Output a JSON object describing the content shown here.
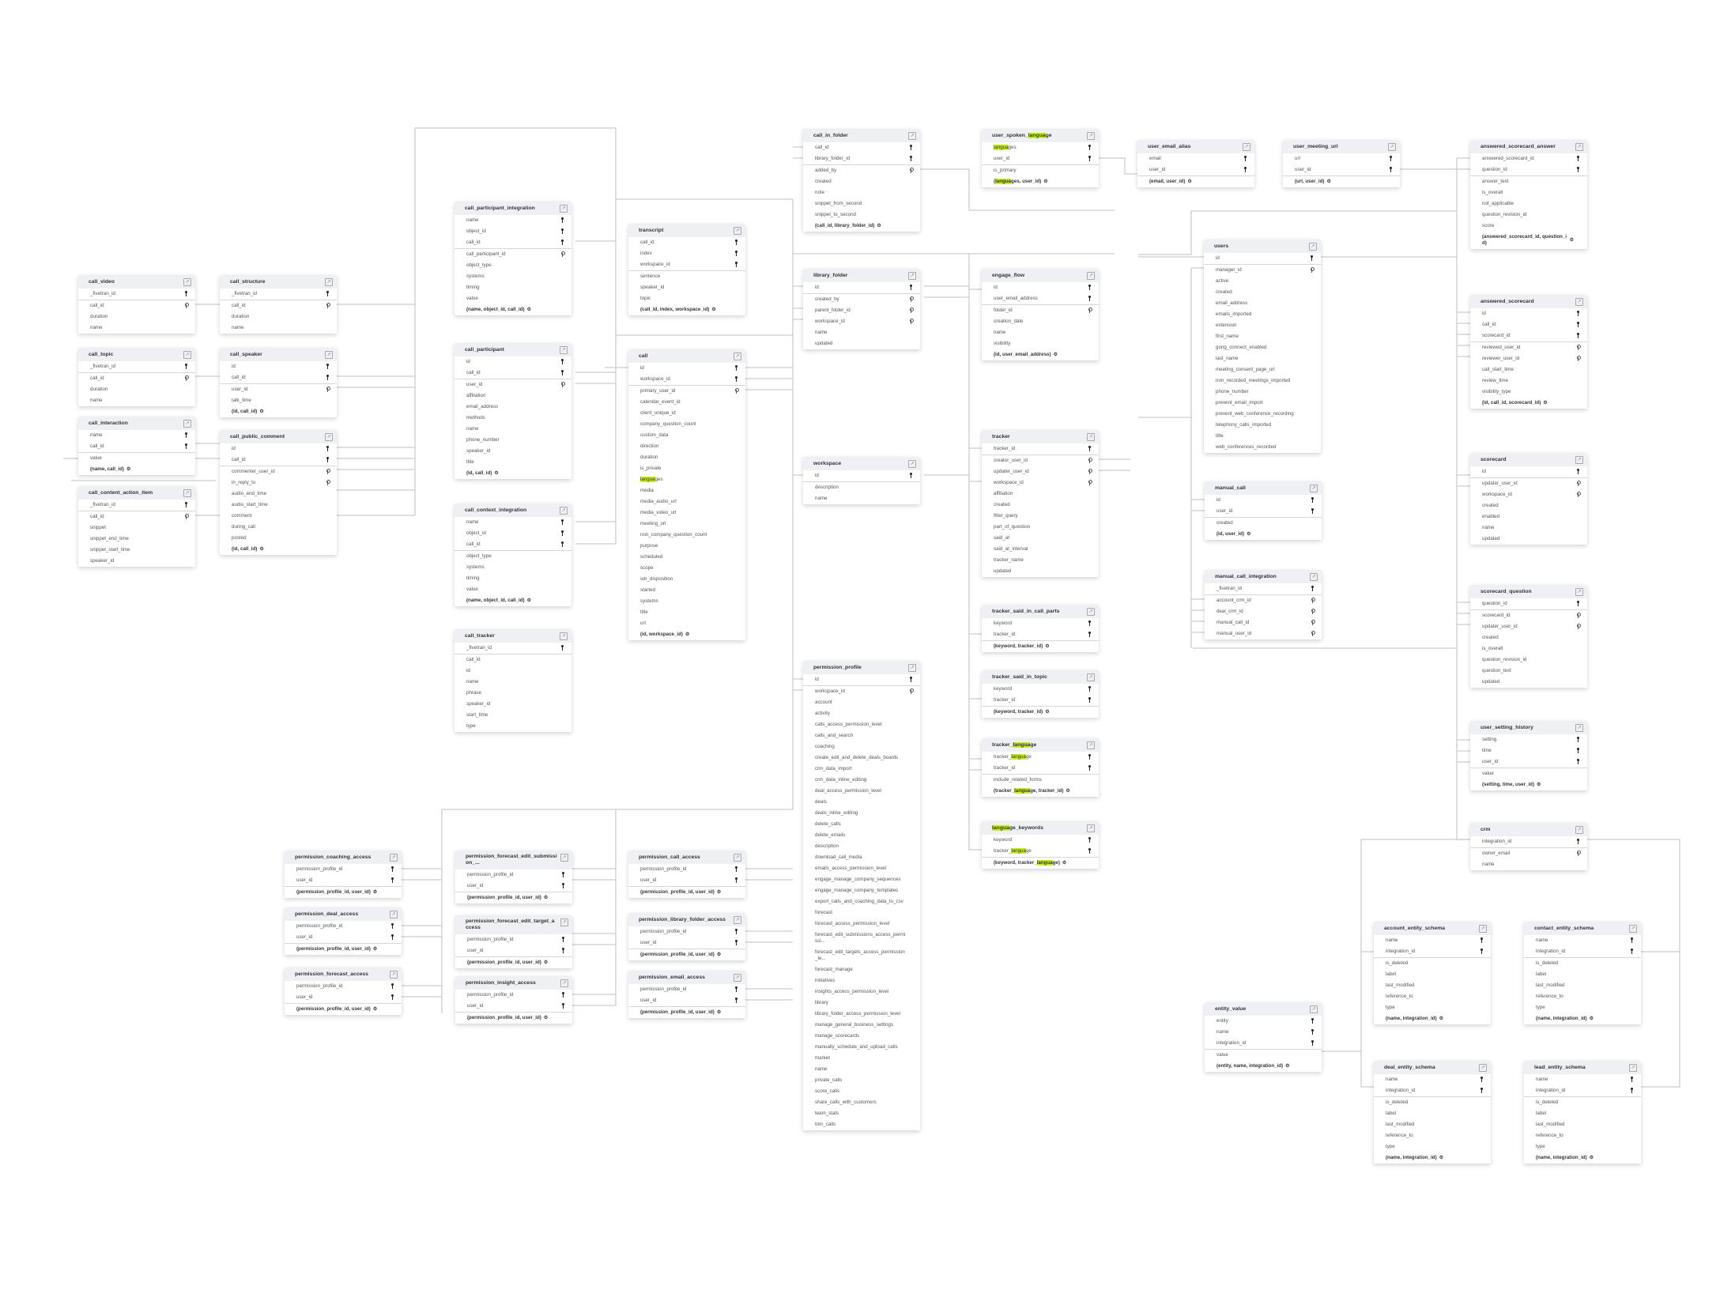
{
  "search_highlight": "langua",
  "icons": {
    "primary_key": "key-icon",
    "foreign_key": "foreign-key-icon",
    "composite_key": "composite-key-icon",
    "open_table": "external-link-icon"
  },
  "colors": {
    "highlight": "#c6f117",
    "header_bg": "#eef0f3",
    "connector": "#c9cdd2"
  },
  "tables": {
    "call_video": {
      "title": "call_video",
      "pk": [
        "_fivetran_id"
      ],
      "fk": [
        "call_id"
      ],
      "cols": [
        "duration",
        "name"
      ]
    },
    "call_structure": {
      "title": "call_structure",
      "pk": [
        "_fivetran_id"
      ],
      "fk": [
        "call_id"
      ],
      "cols": [
        "duration",
        "name"
      ]
    },
    "call_topic": {
      "title": "call_topic",
      "pk": [
        "_fivetran_id"
      ],
      "fk": [
        "call_id"
      ],
      "cols": [
        "duration",
        "name"
      ]
    },
    "call_speaker": {
      "title": "call_speaker",
      "pk": [
        "id",
        "call_id"
      ],
      "fk": [
        "user_id"
      ],
      "cols": [
        "talk_time"
      ],
      "ck": "(id, call_id)"
    },
    "call_interaction": {
      "title": "call_interaction",
      "pk": [
        "name",
        "call_id"
      ],
      "fk": [],
      "cols": [
        "value"
      ],
      "ck": "(name, call_id)"
    },
    "call_public_comment": {
      "title": "call_public_comment",
      "pk": [
        "id",
        "call_id"
      ],
      "fk": [
        "commenter_user_id",
        "in_reply_to"
      ],
      "cols": [
        "audio_end_time",
        "audio_start_time",
        "comment",
        "during_call",
        "posted"
      ],
      "ck": "(id, call_id)"
    },
    "call_content_action_item": {
      "title": "call_content_action_item",
      "pk": [
        "_fivetran_id"
      ],
      "fk": [
        "call_id"
      ],
      "cols": [
        "snippet",
        "snippet_end_time",
        "snippet_start_time",
        "speaker_id"
      ]
    },
    "call_participant_integration": {
      "title": "call_participant_integration",
      "pk": [
        "name",
        "object_id",
        "call_id"
      ],
      "fk": [
        "call_participant_id"
      ],
      "cols": [
        "object_type",
        "systems",
        "timing",
        "value"
      ],
      "ck": "(name, object_id, call_id)"
    },
    "call_participant": {
      "title": "call_participant",
      "pk": [
        "id",
        "call_id"
      ],
      "fk": [
        "user_id"
      ],
      "cols": [
        "affiliation",
        "email_address",
        "methods",
        "name",
        "phone_number",
        "speaker_id",
        "title"
      ],
      "ck": "(id, call_id)"
    },
    "call_context_integration": {
      "title": "call_context_integration",
      "pk": [
        "name",
        "object_id",
        "call_id"
      ],
      "fk": [],
      "cols": [
        "object_type",
        "systems",
        "timing",
        "value"
      ],
      "ck": "(name, object_id, call_id)"
    },
    "call_tracker": {
      "title": "call_tracker",
      "pk": [
        "_fivetran_id"
      ],
      "fk": [],
      "cols": [
        "call_id",
        "id",
        "name",
        "phrase",
        "speaker_id",
        "start_time",
        "type"
      ]
    },
    "transcript": {
      "title": "transcript",
      "pk": [
        "call_id",
        "index",
        "workspace_id"
      ],
      "fk": [],
      "cols": [
        "sentence",
        "speaker_id",
        "topic"
      ],
      "ck": "(call_id, index, workspace_id)"
    },
    "call": {
      "title": "call",
      "pk": [
        "id",
        "workspace_id"
      ],
      "fk": [
        "primary_user_id"
      ],
      "cols": [
        "calendar_event_id",
        "client_unique_id",
        "company_question_count",
        "custom_data",
        "direction",
        "duration",
        "is_private",
        "languages",
        "media",
        "media_audio_url",
        "media_video_url",
        "meeting_url",
        "non_company_question_count",
        "purpose",
        "scheduled",
        "scope",
        "sdr_disposition",
        "started",
        "systems",
        "title",
        "url"
      ],
      "ck": "(id, workspace_id)"
    },
    "call_in_folder": {
      "title": "call_in_folder",
      "pk": [
        "call_id",
        "library_folder_id"
      ],
      "fk": [
        "added_by"
      ],
      "cols": [
        "created",
        "note",
        "snippet_from_second",
        "snippet_to_second"
      ],
      "ck": "(call_id, library_folder_id)"
    },
    "library_folder": {
      "title": "library_folder",
      "pk": [
        "id"
      ],
      "fk": [
        "created_by",
        "parent_folder_id",
        "workspace_id"
      ],
      "cols": [
        "name",
        "updated"
      ]
    },
    "workspace": {
      "title": "workspace",
      "pk": [
        "id"
      ],
      "fk": [],
      "cols": [
        "description",
        "name"
      ]
    },
    "permission_profile": {
      "title": "permission_profile",
      "pk": [
        "id"
      ],
      "fk": [
        "workspace_id"
      ],
      "cols": [
        "account",
        "activity",
        "calls_access_permission_level",
        "calls_and_search",
        "coaching",
        "create_edit_and_delete_deals_boards",
        "crm_data_import",
        "crm_data_inline_editing",
        "deal_access_permission_level",
        "deals",
        "deals_inline_editing",
        "delete_calls",
        "delete_emails",
        "description",
        "download_call_media",
        "emails_access_permission_level",
        "engage_manage_company_sequences",
        "engage_manage_company_templates",
        "export_calls_and_coaching_data_to_csv",
        "forecast",
        "forecast_access_permission_level",
        "forecast_edit_submissions_access_permissi...",
        "forecast_edit_targets_access_permission_le...",
        "forecast_manage",
        "initiatives",
        "insights_access_permission_level",
        "library",
        "library_folder_access_permission_level",
        "manage_general_business_settings",
        "manage_scorecards",
        "manually_schedule_and_upload_calls",
        "market",
        "name",
        "private_calls",
        "score_calls",
        "share_calls_with_customers",
        "team_stats",
        "trim_calls"
      ]
    },
    "user_spoken_language": {
      "title": "user_spoken_language",
      "pk": [
        "languages",
        "user_id"
      ],
      "fk": [],
      "cols": [
        "is_primary"
      ],
      "ck": "(languages, user_id)"
    },
    "engage_flow": {
      "title": "engage_flow",
      "pk": [
        "id",
        "user_email_address"
      ],
      "fk": [
        "folder_id"
      ],
      "cols": [
        "creation_date",
        "name",
        "visibility"
      ],
      "ck": "(id, user_email_address)"
    },
    "tracker": {
      "title": "tracker",
      "pk": [
        "tracker_id"
      ],
      "fk": [
        "creator_user_id",
        "updater_user_id",
        "workspace_id"
      ],
      "cols": [
        "affiliation",
        "created",
        "filter_query",
        "part_of_question",
        "said_at",
        "said_at_interval",
        "tracker_name",
        "updated"
      ]
    },
    "tracker_said_in_call_parts": {
      "title": "tracker_said_in_call_parts",
      "pk": [
        "keyword",
        "tracker_id"
      ],
      "fk": [],
      "cols": [],
      "ck": "(keyword, tracker_id)"
    },
    "tracker_said_in_topic": {
      "title": "tracker_said_in_topic",
      "pk": [
        "keyword",
        "tracker_id"
      ],
      "fk": [],
      "cols": [],
      "ck": "(keyword, tracker_id)"
    },
    "tracker_language": {
      "title": "tracker_language",
      "pk": [
        "tracker_language",
        "tracker_id"
      ],
      "fk": [],
      "cols": [
        "include_related_forms"
      ],
      "ck": "(tracker_language, tracker_id)"
    },
    "language_keywords": {
      "title": "language_keywords",
      "pk": [
        "keyword",
        "tracker_language"
      ],
      "fk": [],
      "cols": [],
      "ck": "(keyword, tracker_language)"
    },
    "user_email_alias": {
      "title": "user_email_alias",
      "pk": [
        "email",
        "user_id"
      ],
      "fk": [],
      "cols": [],
      "ck": "(email, user_id)"
    },
    "user_meeting_url": {
      "title": "user_meeting_url",
      "pk": [
        "url",
        "user_id"
      ],
      "fk": [],
      "cols": [],
      "ck": "(url, user_id)"
    },
    "users": {
      "title": "users",
      "pk": [
        "id"
      ],
      "fk": [
        "manager_id"
      ],
      "cols": [
        "active",
        "created",
        "email_address",
        "emails_imported",
        "extension",
        "first_name",
        "gong_connect_enabled",
        "last_name",
        "meeting_consent_page_url",
        "non_recorded_meetings_imported",
        "phone_number",
        "prevent_email_import",
        "prevent_web_conference_recording",
        "telephony_calls_imported",
        "title",
        "web_conferences_recorded"
      ]
    },
    "manual_call": {
      "title": "manual_call",
      "pk": [
        "id",
        "user_id"
      ],
      "fk": [],
      "cols": [
        "created"
      ],
      "ck": "(id, user_id)"
    },
    "manual_call_integration": {
      "title": "manual_call_integration",
      "pk": [
        "_fivetran_id"
      ],
      "fk": [
        "account_crm_id",
        "deal_crm_id",
        "manual_call_id",
        "manual_user_id"
      ],
      "cols": []
    },
    "entity_value": {
      "title": "entity_value",
      "pk": [
        "entity",
        "name",
        "integration_id"
      ],
      "fk": [],
      "cols": [
        "value"
      ],
      "ck": "(entity, name, integration_id)"
    },
    "answered_scorecard_answer": {
      "title": "answered_scorecard_answer",
      "pk": [
        "answered_scorecard_id",
        "question_id"
      ],
      "fk": [],
      "cols": [
        "answer_text",
        "is_overall",
        "not_applicable",
        "question_revision_id",
        "score"
      ],
      "ck": "(answered_scorecard_id, question_id)"
    },
    "answered_scorecard": {
      "title": "answered_scorecard",
      "pk": [
        "id",
        "call_id",
        "scorecard_id"
      ],
      "fk": [
        "reviewed_user_id",
        "reviewer_user_id"
      ],
      "cols": [
        "call_start_time",
        "review_time",
        "visibility_type"
      ],
      "ck": "(id, call_id, scorecard_id)"
    },
    "scorecard": {
      "title": "scorecard",
      "pk": [
        "id"
      ],
      "fk": [
        "updater_user_id",
        "workspace_id"
      ],
      "cols": [
        "created",
        "enabled",
        "name",
        "updated"
      ]
    },
    "scorecard_question": {
      "title": "scorecard_question",
      "pk": [
        "question_id"
      ],
      "fk": [
        "scorecard_id",
        "updater_user_id"
      ],
      "cols": [
        "created",
        "is_overall",
        "question_revision_id",
        "question_text",
        "updated"
      ]
    },
    "user_setting_history": {
      "title": "user_setting_history",
      "pk": [
        "setting",
        "time",
        "user_id"
      ],
      "fk": [],
      "cols": [
        "value"
      ],
      "ck": "(setting, time, user_id)"
    },
    "crm": {
      "title": "crm",
      "pk": [
        "integration_id"
      ],
      "fk": [
        "owner_email"
      ],
      "cols": [
        "name"
      ]
    },
    "account_entity_schema": {
      "title": "account_entity_schema",
      "pk": [
        "name",
        "integration_id"
      ],
      "fk": [],
      "cols": [
        "is_deleted",
        "label",
        "last_modified",
        "reference_to",
        "type"
      ],
      "ck": "(name, integration_id)"
    },
    "contact_entity_schema": {
      "title": "contact_entity_schema",
      "pk": [
        "name",
        "integration_id"
      ],
      "fk": [],
      "cols": [
        "is_deleted",
        "label",
        "last_modified",
        "reference_to",
        "type"
      ],
      "ck": "(name, integration_id)"
    },
    "deal_entity_schema": {
      "title": "deal_entity_schema",
      "pk": [
        "name",
        "integration_id"
      ],
      "fk": [],
      "cols": [
        "is_deleted",
        "label",
        "last_modified",
        "reference_to",
        "type"
      ],
      "ck": "(name, integration_id)"
    },
    "lead_entity_schema": {
      "title": "lead_entity_schema",
      "pk": [
        "name",
        "integration_id"
      ],
      "fk": [],
      "cols": [
        "is_deleted",
        "label",
        "last_modified",
        "reference_to",
        "type"
      ],
      "ck": "(name, integration_id)"
    },
    "permission_coaching_access": {
      "title": "permission_coaching_access",
      "pk": [
        "permission_profile_id",
        "user_id"
      ],
      "fk": [],
      "cols": [],
      "ck": "(permission_profile_id, user_id)"
    },
    "permission_deal_access": {
      "title": "permission_deal_access",
      "pk": [
        "permission_profile_id",
        "user_id"
      ],
      "fk": [],
      "cols": [],
      "ck": "(permission_profile_id, user_id)"
    },
    "permission_forecast_access": {
      "title": "permission_forecast_access",
      "pk": [
        "permission_profile_id",
        "user_id"
      ],
      "fk": [],
      "cols": [],
      "ck": "(permission_profile_id, user_id)"
    },
    "permission_forecast_edit_submission": {
      "title": "permission_forecast_edit_submission_...",
      "pk": [
        "permission_profile_id",
        "user_id"
      ],
      "fk": [],
      "cols": [],
      "ck": "(permission_profile_id, user_id)"
    },
    "permission_forecast_edit_target_access": {
      "title": "permission_forecast_edit_target_access",
      "pk": [
        "permission_profile_id",
        "user_id"
      ],
      "fk": [],
      "cols": [],
      "ck": "(permission_profile_id, user_id)"
    },
    "permission_insight_access": {
      "title": "permission_insight_access",
      "pk": [
        "permission_profile_id",
        "user_id"
      ],
      "fk": [],
      "cols": [],
      "ck": "(permission_profile_id, user_id)"
    },
    "permission_call_access": {
      "title": "permission_call_access",
      "pk": [
        "permission_profile_id",
        "user_id"
      ],
      "fk": [],
      "cols": [],
      "ck": "(permission_profile_id, user_id)"
    },
    "permission_library_folder_access": {
      "title": "permission_library_folder_access",
      "pk": [
        "permission_profile_id",
        "user_id"
      ],
      "fk": [],
      "cols": [],
      "ck": "(permission_profile_id, user_id)"
    },
    "permission_email_access": {
      "title": "permission_email_access",
      "pk": [
        "permission_profile_id",
        "user_id"
      ],
      "fk": [],
      "cols": [],
      "ck": "(permission_profile_id, user_id)"
    }
  }
}
